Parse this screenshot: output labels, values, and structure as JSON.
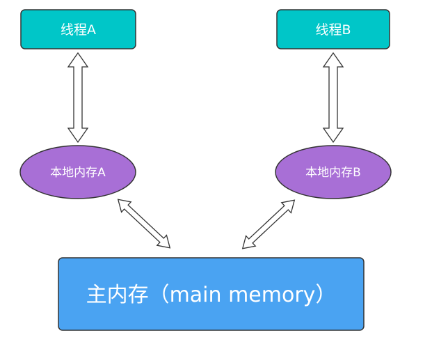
{
  "diagram": {
    "thread_a": {
      "label": "线程A"
    },
    "thread_b": {
      "label": "线程B"
    },
    "local_memory_a": {
      "label": "本地内存A"
    },
    "local_memory_b": {
      "label": "本地内存B"
    },
    "main_memory": {
      "label": "主内存（main memory）"
    }
  },
  "colors": {
    "thread_fill": "#00c6c8",
    "local_memory_fill": "#a86fd6",
    "main_memory_fill": "#4aa3f2",
    "arrow_fill": "#ffffff",
    "arrow_stroke": "#333333",
    "shape_stroke": "#333333",
    "text": "#ffffff"
  }
}
